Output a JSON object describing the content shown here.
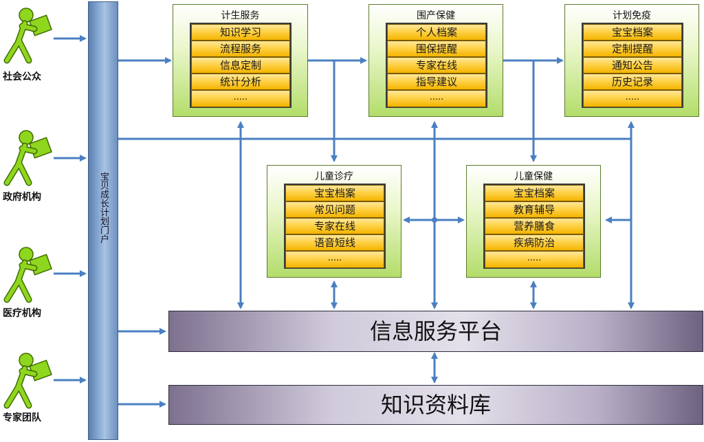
{
  "actors": [
    {
      "label": "社会公众"
    },
    {
      "label": "政府机构"
    },
    {
      "label": "医疗机构"
    },
    {
      "label": "专家团队"
    }
  ],
  "portal": {
    "label": "宝贝成长计划门户"
  },
  "services": {
    "family_planning": {
      "title": "计生服务",
      "items": [
        "知识学习",
        "流程服务",
        "信息定制",
        "统计分析",
        "....."
      ]
    },
    "perinatal": {
      "title": "围产保健",
      "items": [
        "个人档案",
        "围保提醒",
        "专家在线",
        "指导建议",
        "....."
      ]
    },
    "immunization": {
      "title": "计划免疫",
      "items": [
        "宝宝档案",
        "定制提醒",
        "通知公告",
        "历史记录",
        "....."
      ]
    },
    "child_clinic": {
      "title": "儿童诊疗",
      "items": [
        "宝宝档案",
        "常见问题",
        "专家在线",
        "语音短线",
        "....."
      ]
    },
    "child_health": {
      "title": "儿童保健",
      "items": [
        "宝宝档案",
        "教育辅导",
        "营养膳食",
        "疾病防治",
        "....."
      ]
    }
  },
  "platforms": {
    "info_platform": {
      "label": "信息服务平台"
    },
    "knowledge_base": {
      "label": "知识资料库"
    }
  },
  "colors": {
    "arrow": "#4a7fc1",
    "portal": "#7ea2cf",
    "box_green": "#b3dd6a",
    "item_yellow": "#ffd24a",
    "platform": "#cfc9da",
    "actor_green": "#8fd61e"
  }
}
